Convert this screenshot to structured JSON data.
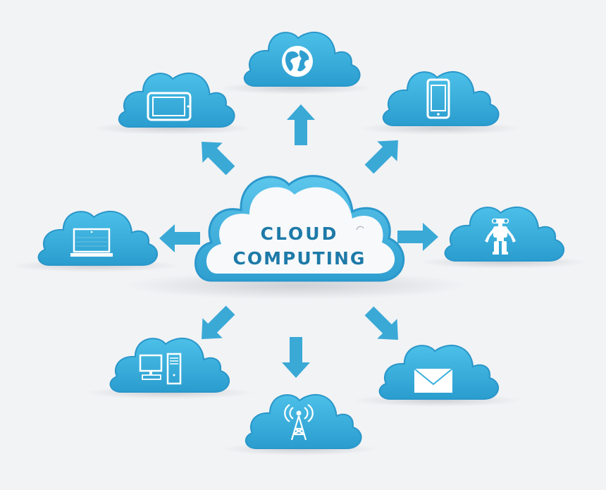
{
  "title": {
    "line1": "CLOUD",
    "line2": "COMPUTING"
  },
  "colors": {
    "cloud": "#37aedb",
    "cloud_dark": "#1f86b8",
    "arrow": "#3aa9d6",
    "label": "#1d7aa8",
    "icon": "#ffffff"
  },
  "nodes": [
    {
      "key": "globe",
      "icon": "globe-icon"
    },
    {
      "key": "tablet",
      "icon": "tablet-icon"
    },
    {
      "key": "smartphone",
      "icon": "smartphone-icon"
    },
    {
      "key": "laptop",
      "icon": "laptop-icon"
    },
    {
      "key": "robot",
      "icon": "robot-icon"
    },
    {
      "key": "desktop",
      "icon": "desktop-computer-icon"
    },
    {
      "key": "email",
      "icon": "envelope-icon"
    },
    {
      "key": "antenna",
      "icon": "antenna-tower-icon"
    }
  ]
}
